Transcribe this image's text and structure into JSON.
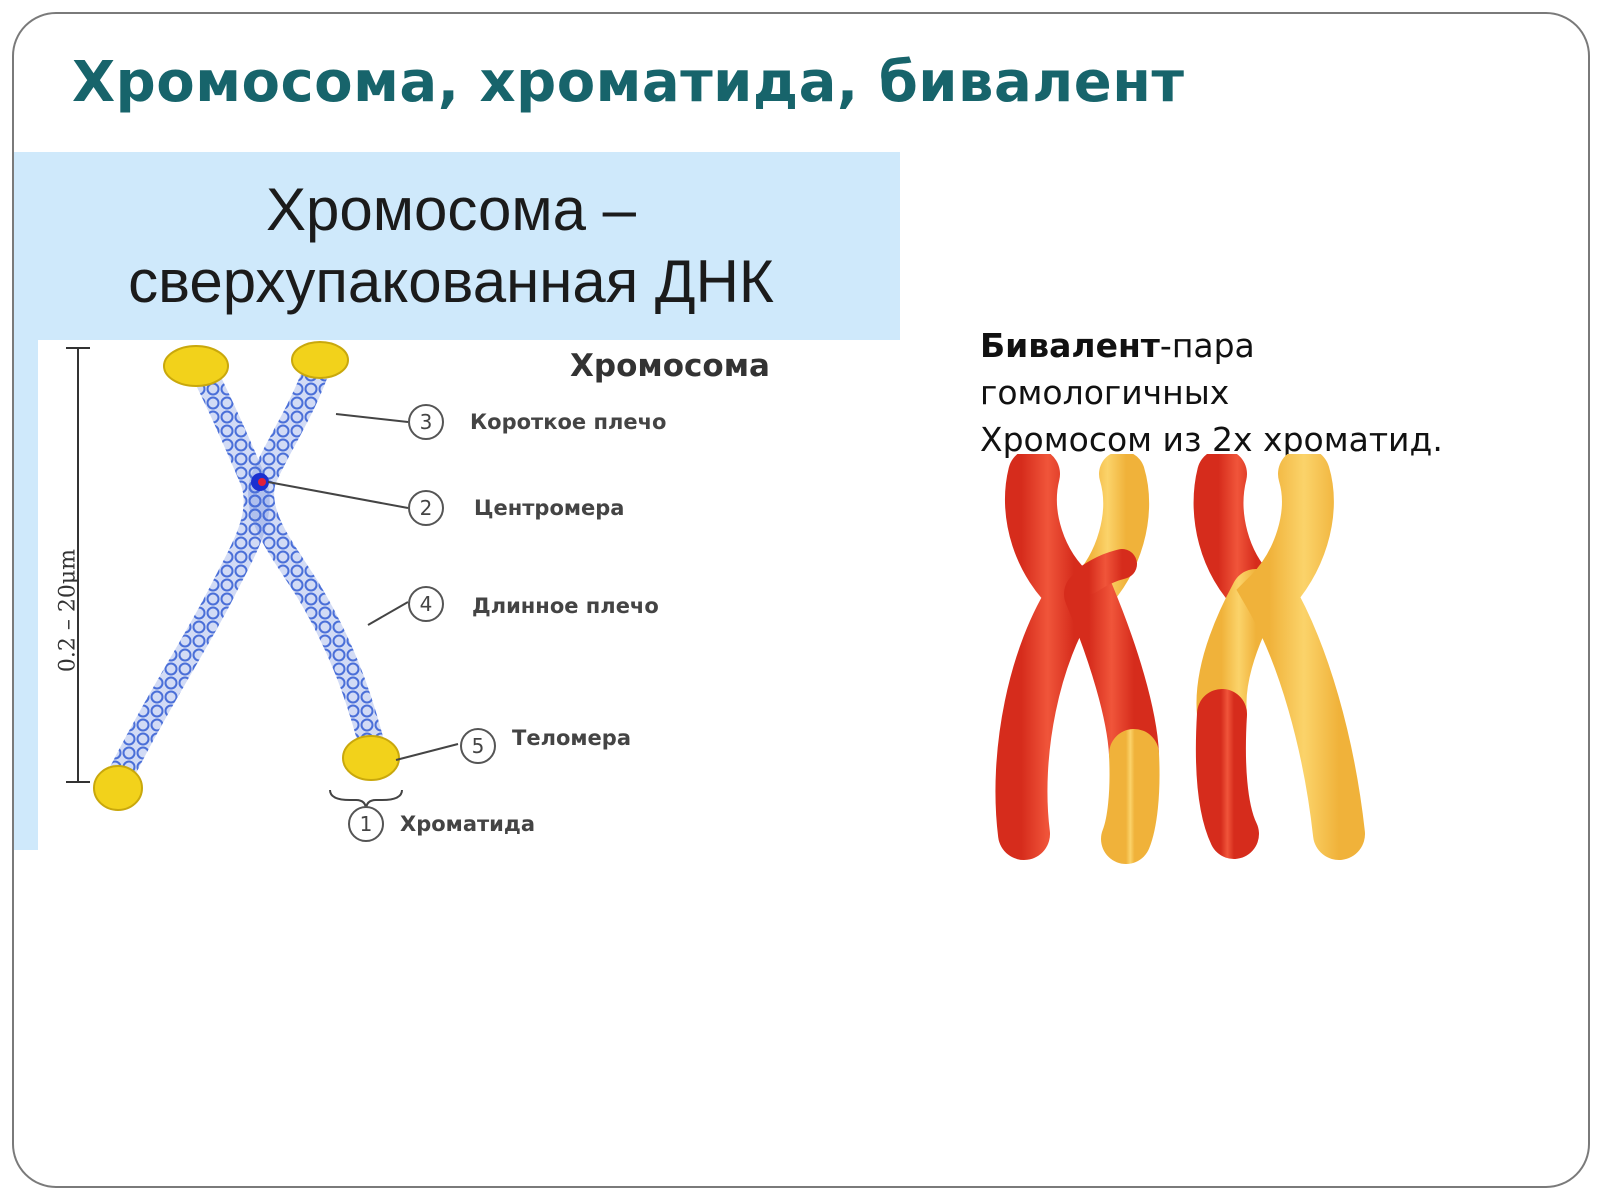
{
  "slide": {
    "title": "Хромосома, хроматида, бивалент"
  },
  "left_panel": {
    "heading_line1": "Хромосома –",
    "heading_line2": "сверхупакованная ДНК",
    "diagram": {
      "title": "Хромосома",
      "scale_label": "0.2 – 20μm",
      "callouts": [
        {
          "number": "3",
          "label": "Короткое плечо"
        },
        {
          "number": "2",
          "label": "Центромера"
        },
        {
          "number": "4",
          "label": "Длинное плечо"
        },
        {
          "number": "5",
          "label": "Теломера"
        },
        {
          "number": "1",
          "label": "Хроматида"
        }
      ]
    }
  },
  "right_panel": {
    "term": "Бивалент",
    "definition_line1": "-пара",
    "definition_line2": "гомологичных",
    "definition_line3": "Хромосом из 2х хроматид."
  },
  "colors": {
    "title": "#17646b",
    "panel_bg": "#cfe9fb",
    "dna_blue": "#4a6fd8",
    "telomere_yellow": "#f2d21b",
    "chromatid_red": "#e8432c",
    "chromatid_yellow": "#f7c64e"
  }
}
